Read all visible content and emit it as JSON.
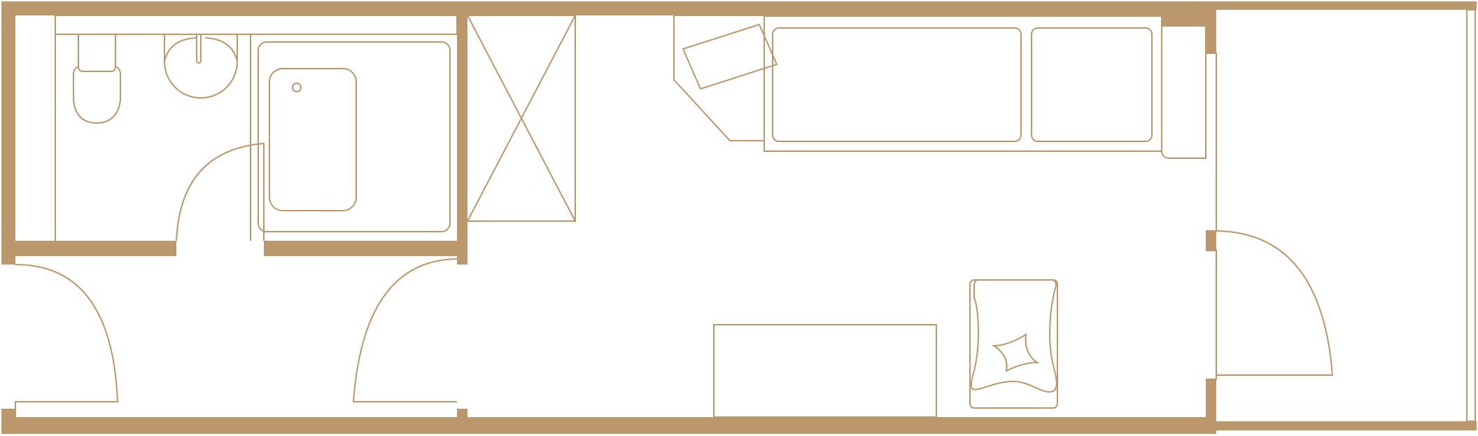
{
  "plan": {
    "colors": {
      "wall": "#bb986b",
      "background": "#ffffff"
    },
    "rooms": [
      "bathroom",
      "shower",
      "bedroom",
      "entry"
    ],
    "fixtures": [
      "toilet",
      "sink",
      "bathtub",
      "shower",
      "desk",
      "bed",
      "wardrobe",
      "armchair",
      "table",
      "doors"
    ]
  }
}
